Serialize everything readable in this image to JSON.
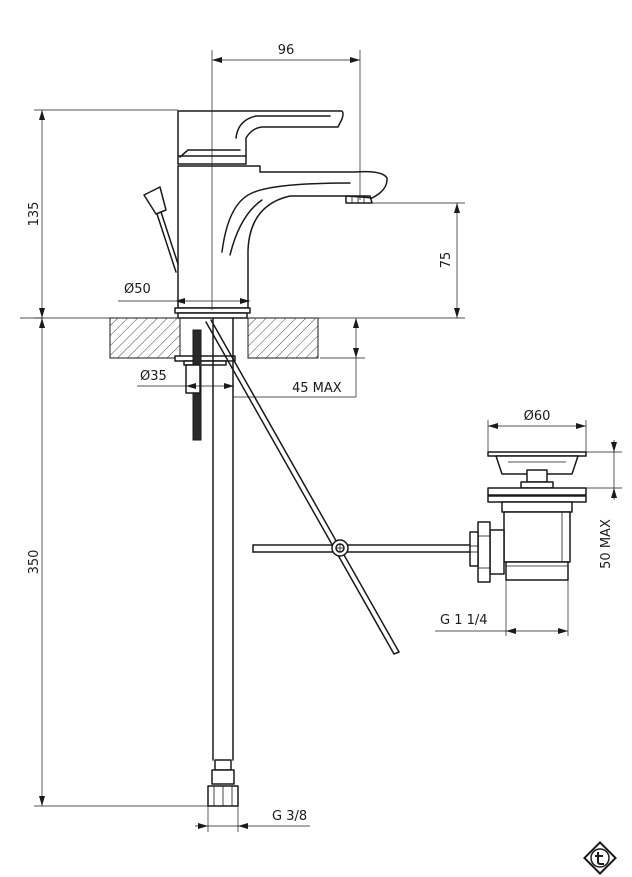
{
  "dimensions": {
    "spout_reach": "96",
    "height_total": "135",
    "spout_height": "75",
    "base_diameter": "Ø50",
    "shank_diameter": "Ø35",
    "max_deck_thickness": "45 MAX",
    "hose_length": "350",
    "hose_thread": "G 3/8",
    "waste_diameter": "Ø60",
    "waste_max": "50 MAX",
    "waste_thread": "G 1 1/4"
  },
  "icons": {
    "brand_logo": "brand-logo-icon"
  },
  "colors": {
    "line": "#1a1a1a",
    "hatch": "#1a1a1a",
    "background": "#ffffff"
  }
}
